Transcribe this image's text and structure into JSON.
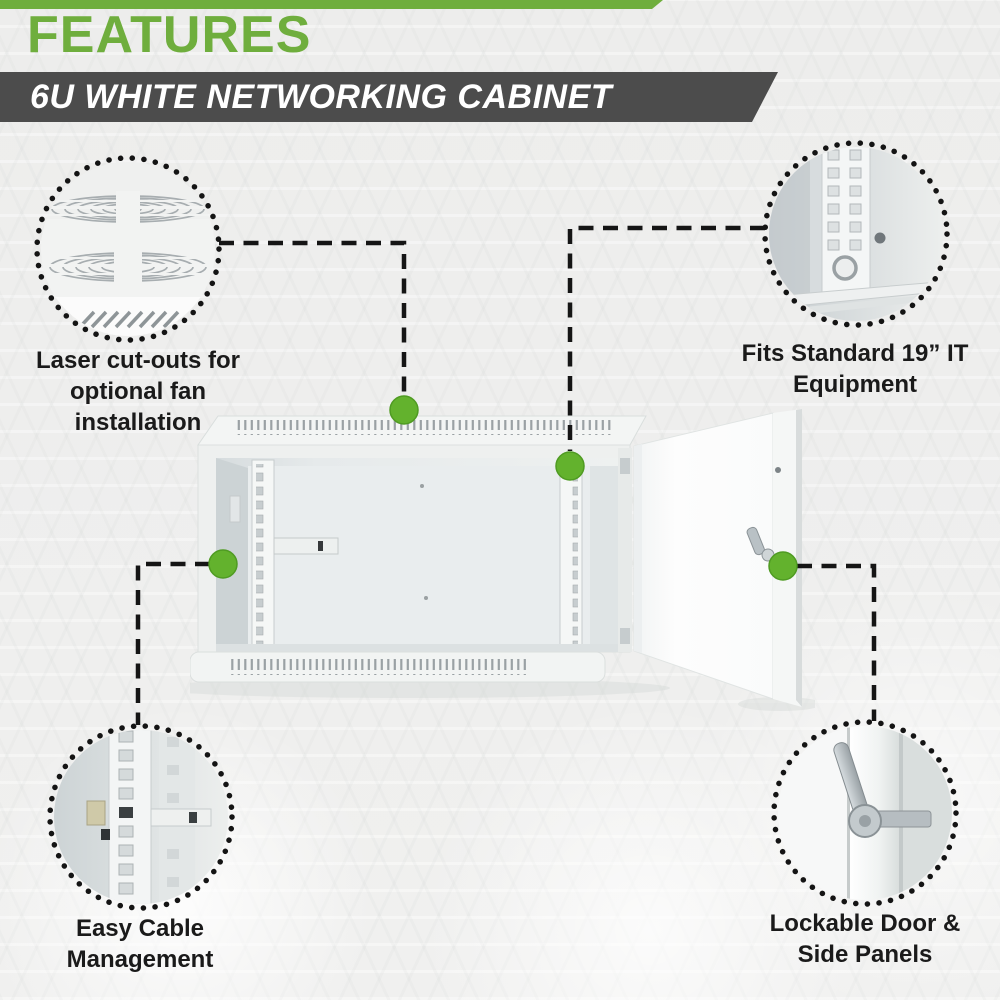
{
  "header": {
    "title": "FEATURES",
    "banner_text": "6U WHITE NETWORKING CABINET"
  },
  "features": {
    "fan": {
      "label": "Laser cut-outs for optional fan installation",
      "icon": "fan-vent-cutouts-closeup"
    },
    "rack": {
      "label": "Fits Standard 19” IT Equipment",
      "icon": "rack-rail-closeup"
    },
    "cable": {
      "label": "Easy Cable Management",
      "icon": "cable-rail-closeup"
    },
    "lock": {
      "label": "Lockable Door & Side Panels",
      "icon": "door-lock-closeup"
    }
  },
  "colors": {
    "accent_green": "#6fae3d",
    "marker_green": "#63b22d",
    "banner_background": "#4c4c4c",
    "connector_black": "#151515",
    "label_text": "#1a1a1a",
    "page_background": "#eeefee"
  }
}
